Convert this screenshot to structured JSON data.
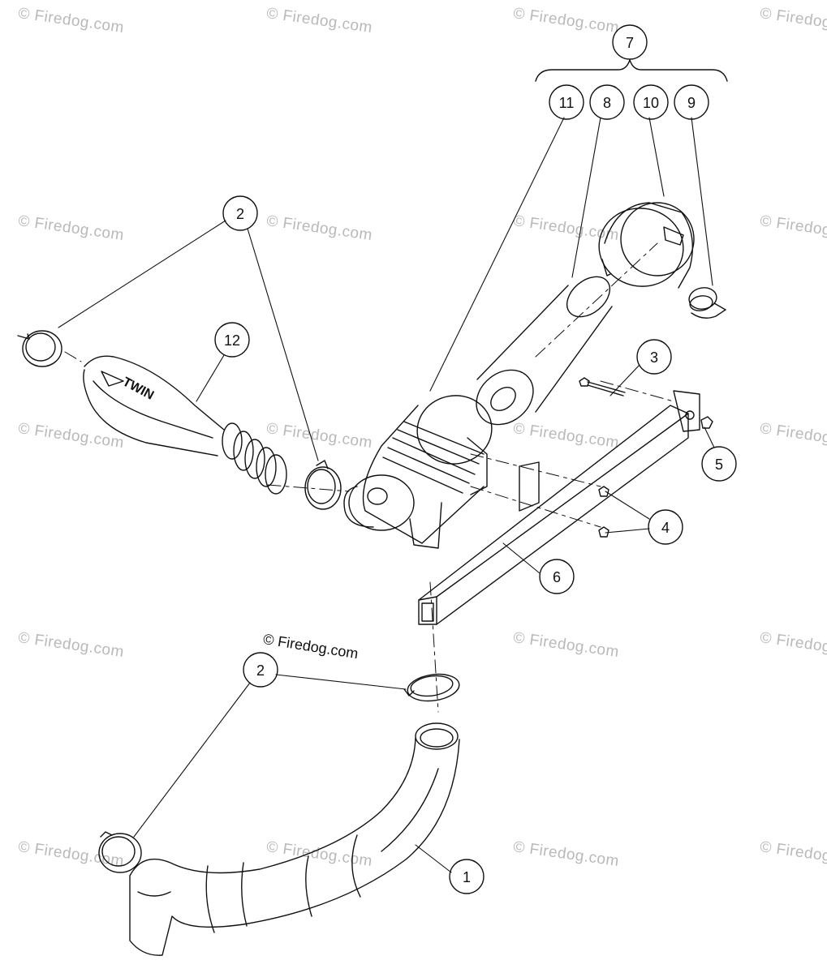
{
  "watermark": "© Firedog.com",
  "inline_credit": "© Firedog.com",
  "callouts": {
    "c7": "7",
    "c11": "11",
    "c8": "8",
    "c10": "10",
    "c9": "9",
    "c2a": "2",
    "c12": "12",
    "c3": "3",
    "c5": "5",
    "c4": "4",
    "c6": "6",
    "c2b": "2",
    "c1": "1"
  },
  "part_text": {
    "intake_logo": "TWIN"
  }
}
